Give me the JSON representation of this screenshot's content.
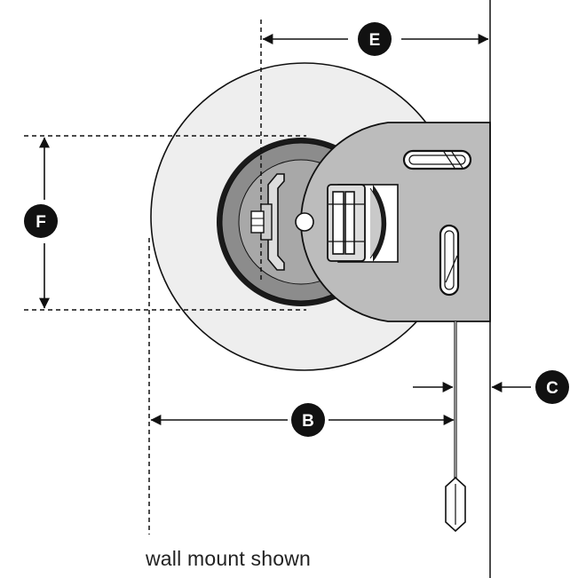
{
  "caption": "wall mount shown",
  "labels": {
    "e": "E",
    "f": "F",
    "b": "B",
    "c": "C"
  },
  "colors": {
    "roll_fill": "#eeeeee",
    "bracket_fill": "#bcbcbc",
    "dark_disc": "#1a1a1a",
    "hub_outer": "#8c8c8c",
    "hub_inner": "#a8a8a8",
    "clutch_fill": "#c9c9c9",
    "badge": "#111111",
    "line": "#111111"
  }
}
